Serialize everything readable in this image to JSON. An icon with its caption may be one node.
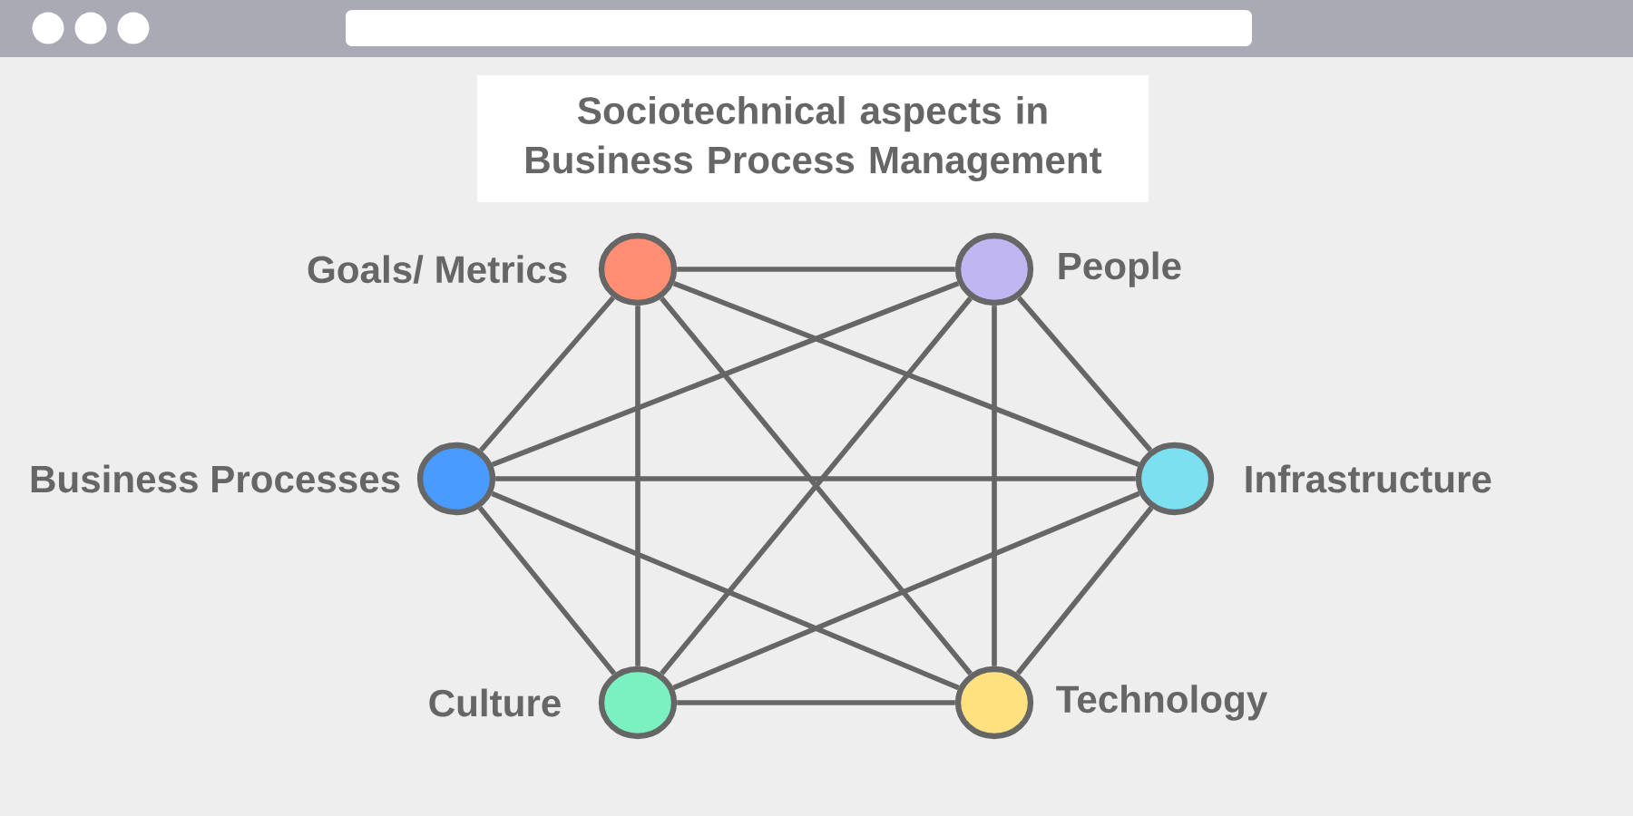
{
  "diagram": {
    "title": "Sociotechnical aspects in Business Process Management",
    "nodes": [
      {
        "text": [],
        "shape": "circle",
        "beside": [
          "Goals/ Metrics"
        ]
      },
      {
        "text": [],
        "shape": "circle",
        "beside": [
          "People"
        ]
      },
      {
        "text": [],
        "shape": "circle",
        "beside": [
          "Business Processes"
        ]
      },
      {
        "text": [],
        "shape": "circle",
        "beside": [
          "Infrastructure"
        ]
      },
      {
        "text": [],
        "shape": "circle",
        "beside": [
          "Culture"
        ]
      },
      {
        "text": [],
        "shape": "circle",
        "beside": [
          "Technology"
        ]
      }
    ],
    "edges": [
      {
        "from": 0,
        "to": 1,
        "arrow": "none"
      },
      {
        "from": 0,
        "to": 2,
        "arrow": "none"
      },
      {
        "from": 0,
        "to": 3,
        "arrow": "none"
      },
      {
        "from": 0,
        "to": 4,
        "arrow": "none"
      },
      {
        "from": 0,
        "to": 5,
        "arrow": "none"
      },
      {
        "from": 1,
        "to": 2,
        "arrow": "none"
      },
      {
        "from": 1,
        "to": 3,
        "arrow": "none"
      },
      {
        "from": 1,
        "to": 4,
        "arrow": "none"
      },
      {
        "from": 1,
        "to": 5,
        "arrow": "none"
      },
      {
        "from": 2,
        "to": 3,
        "arrow": "none"
      },
      {
        "from": 2,
        "to": 4,
        "arrow": "none"
      },
      {
        "from": 2,
        "to": 5,
        "arrow": "none"
      },
      {
        "from": 3,
        "to": 4,
        "arrow": "none"
      },
      {
        "from": 3,
        "to": 5,
        "arrow": "none"
      },
      {
        "from": 4,
        "to": 5,
        "arrow": "none"
      }
    ]
  }
}
